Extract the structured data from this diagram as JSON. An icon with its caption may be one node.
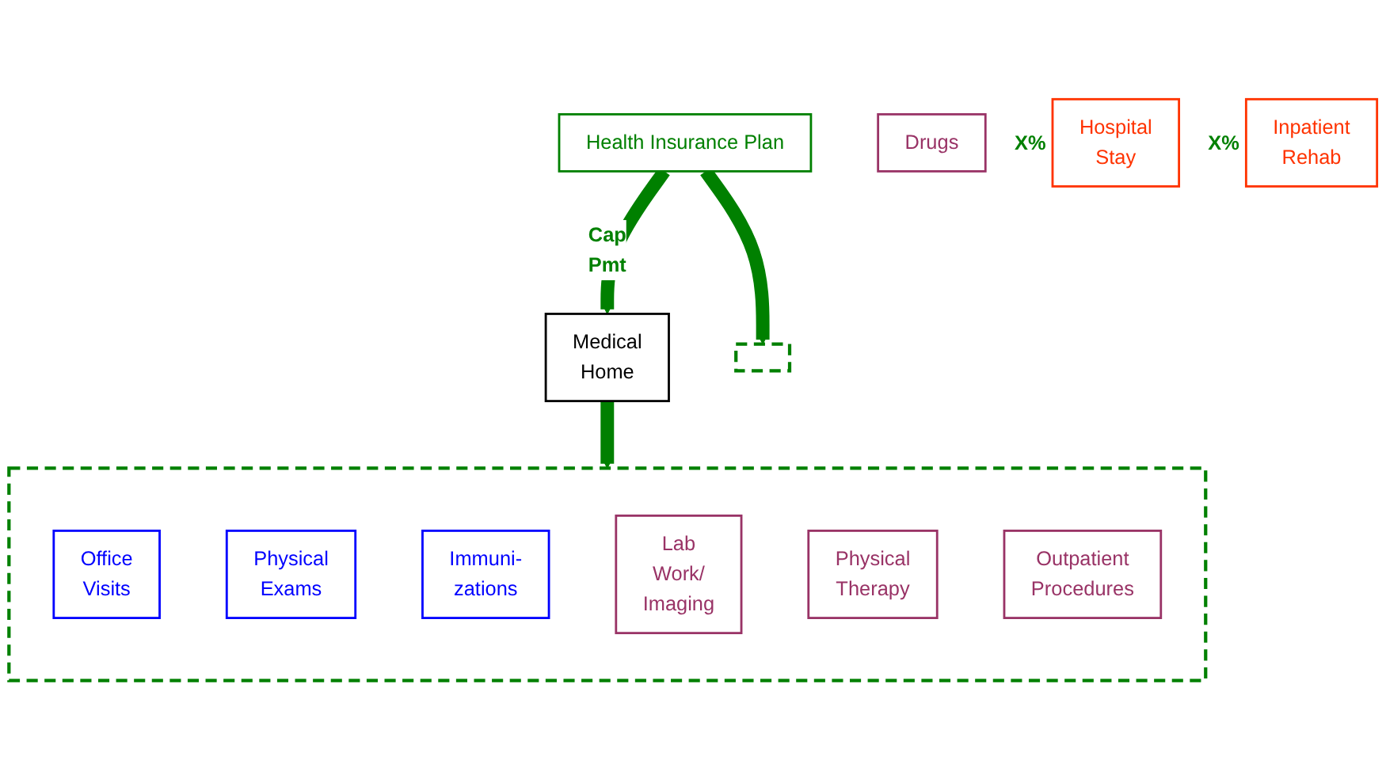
{
  "diagram": {
    "nodes": [
      {
        "text": [
          "Health Insurance Plan"
        ]
      },
      {
        "text": [
          "Medical Home"
        ]
      },
      {
        "text": [],
        "shape": "box"
      },
      {
        "text": [
          "Office Visits"
        ],
        "in": 2
      },
      {
        "text": [
          "Physical Exams"
        ],
        "in": 2
      },
      {
        "text": [
          "Immuni- zations"
        ],
        "in": 2
      },
      {
        "text": [
          "Lab Work/ Imaging"
        ],
        "in": 2
      },
      {
        "text": [
          "Physical Therapy"
        ],
        "in": 2
      },
      {
        "text": [
          "Outpatient Procedures"
        ],
        "in": 2
      },
      {
        "text": [
          "Drugs"
        ]
      },
      {
        "text": [],
        "shape": "box"
      },
      {
        "text": [
          "Hospital Stay"
        ],
        "beside": [
          "X%"
        ]
      },
      {
        "text": [
          "Inpatient Rehab"
        ],
        "beside": [
          "X%"
        ]
      }
    ],
    "edges": [
      {
        "from": 0,
        "to": 1,
        "arrow": "to",
        "label": "Cap Pmt"
      },
      {
        "from": 1,
        "to": 2,
        "arrow": "to"
      },
      {
        "from": 0,
        "to": 10,
        "arrow": "to"
      }
    ]
  }
}
